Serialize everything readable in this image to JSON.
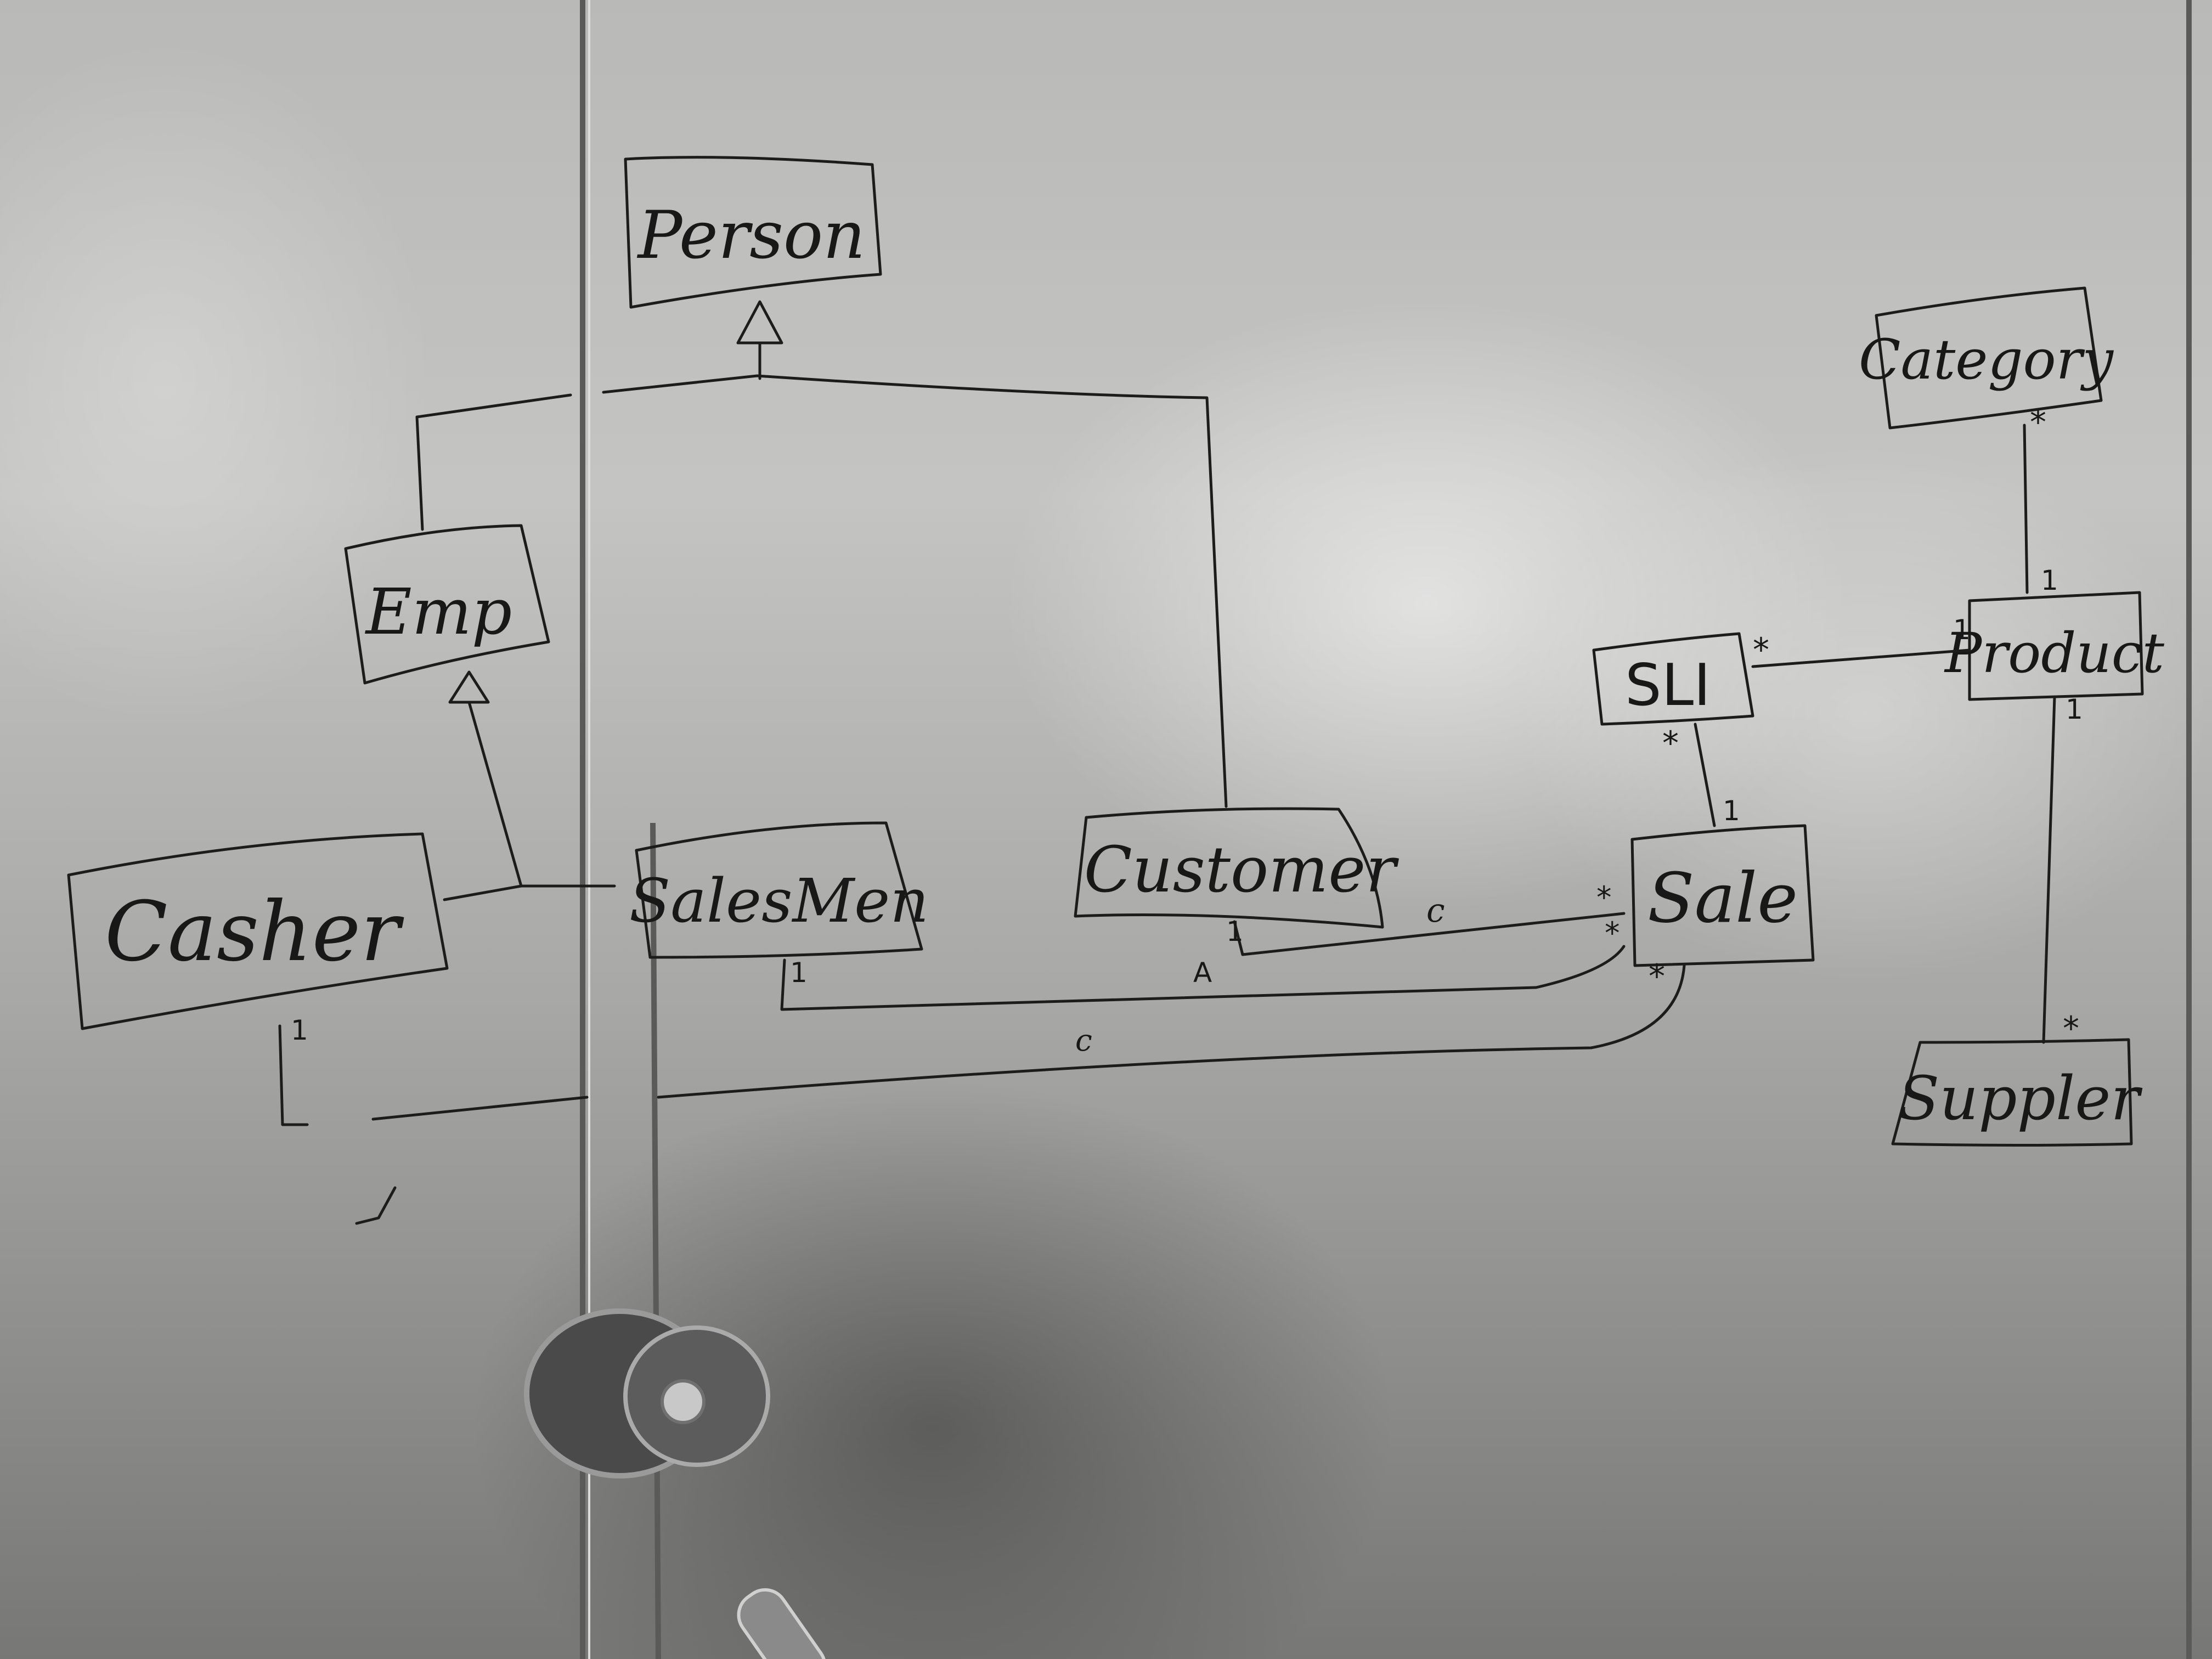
{
  "diagram": {
    "classes": {
      "person": "Person",
      "emp": "Emp",
      "casher": "Casher",
      "salesmen": "SalesMen",
      "customer": "Customer",
      "sli": "SLI",
      "sale": "Sale",
      "product": "Product",
      "category": "Category",
      "supplier": "Suppler"
    },
    "multiplicities": {
      "category_product_many": "*",
      "product_category_one": "1",
      "sli_product_many": "*",
      "product_sli_one": "1",
      "sli_sale_many": "*",
      "sale_sli_one": "1",
      "product_supplier_one": "1",
      "supplier_product_many": "*",
      "customer_sale_one": "1",
      "sale_customer_many": "*",
      "salesmen_sale_one": "1",
      "sale_salesmen_many": "*",
      "casher_sale_one": "1",
      "sale_casher_many": "*"
    },
    "association_labels": {
      "customer_sale": "c",
      "salesmen_sale": "A",
      "casher_sale": "c"
    }
  },
  "colors": {
    "ink": "#1c1c1c",
    "glass": "#b9b9b7",
    "frame": "#5a5a58"
  }
}
